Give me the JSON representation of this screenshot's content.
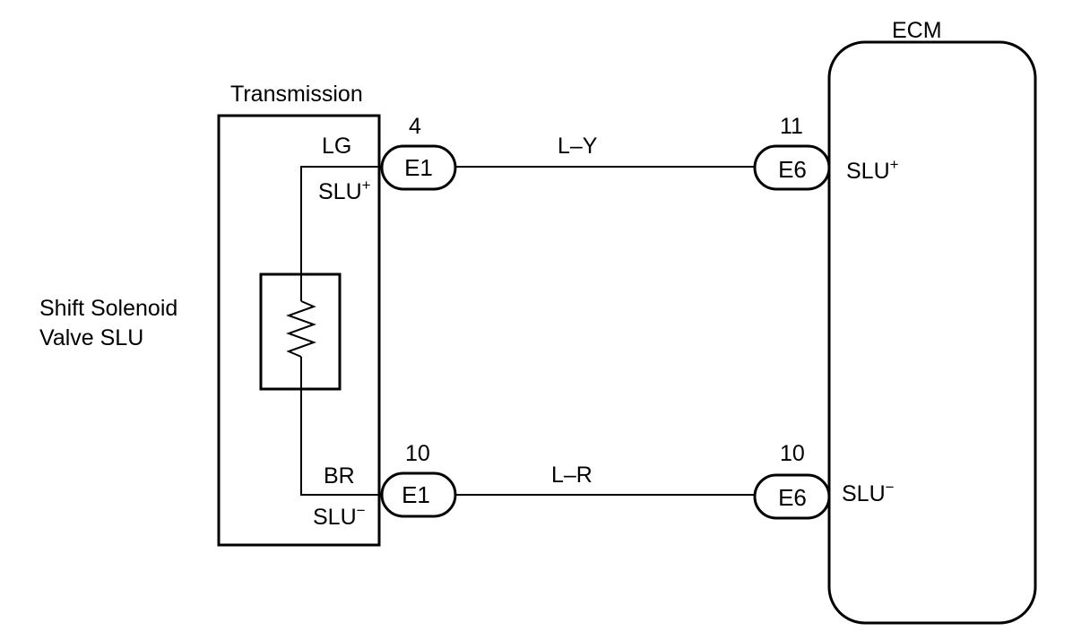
{
  "diagram": {
    "ecm": {
      "title": "ECM"
    },
    "transmission": {
      "title": "Transmission"
    },
    "component": {
      "label_line1": "Shift Solenoid",
      "label_line2": "Valve SLU"
    },
    "transmission_pins": {
      "top_color": "LG",
      "top_signal": "SLU",
      "top_sign": "+",
      "bottom_color": "BR",
      "bottom_signal": "SLU",
      "bottom_sign": "−"
    },
    "connectors": {
      "e1_top": {
        "id": "E1",
        "pin": "4"
      },
      "e6_top": {
        "id": "E6",
        "pin": "11"
      },
      "e1_bottom": {
        "id": "E1",
        "pin": "10"
      },
      "e6_bottom": {
        "id": "E6",
        "pin": "10"
      }
    },
    "wires": {
      "top": "L–Y",
      "bottom": "L–R"
    },
    "ecm_pins": {
      "top_signal": "SLU",
      "top_sign": "+",
      "bottom_signal": "SLU",
      "bottom_sign": "−"
    }
  }
}
